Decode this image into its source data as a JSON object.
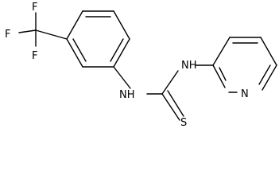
{
  "molecule": {
    "atoms": {
      "f1": "F",
      "f2": "F",
      "f3": "F",
      "nh_left": "NH",
      "nh_right": "NH",
      "s": "S",
      "n_pyridine": "N"
    }
  }
}
